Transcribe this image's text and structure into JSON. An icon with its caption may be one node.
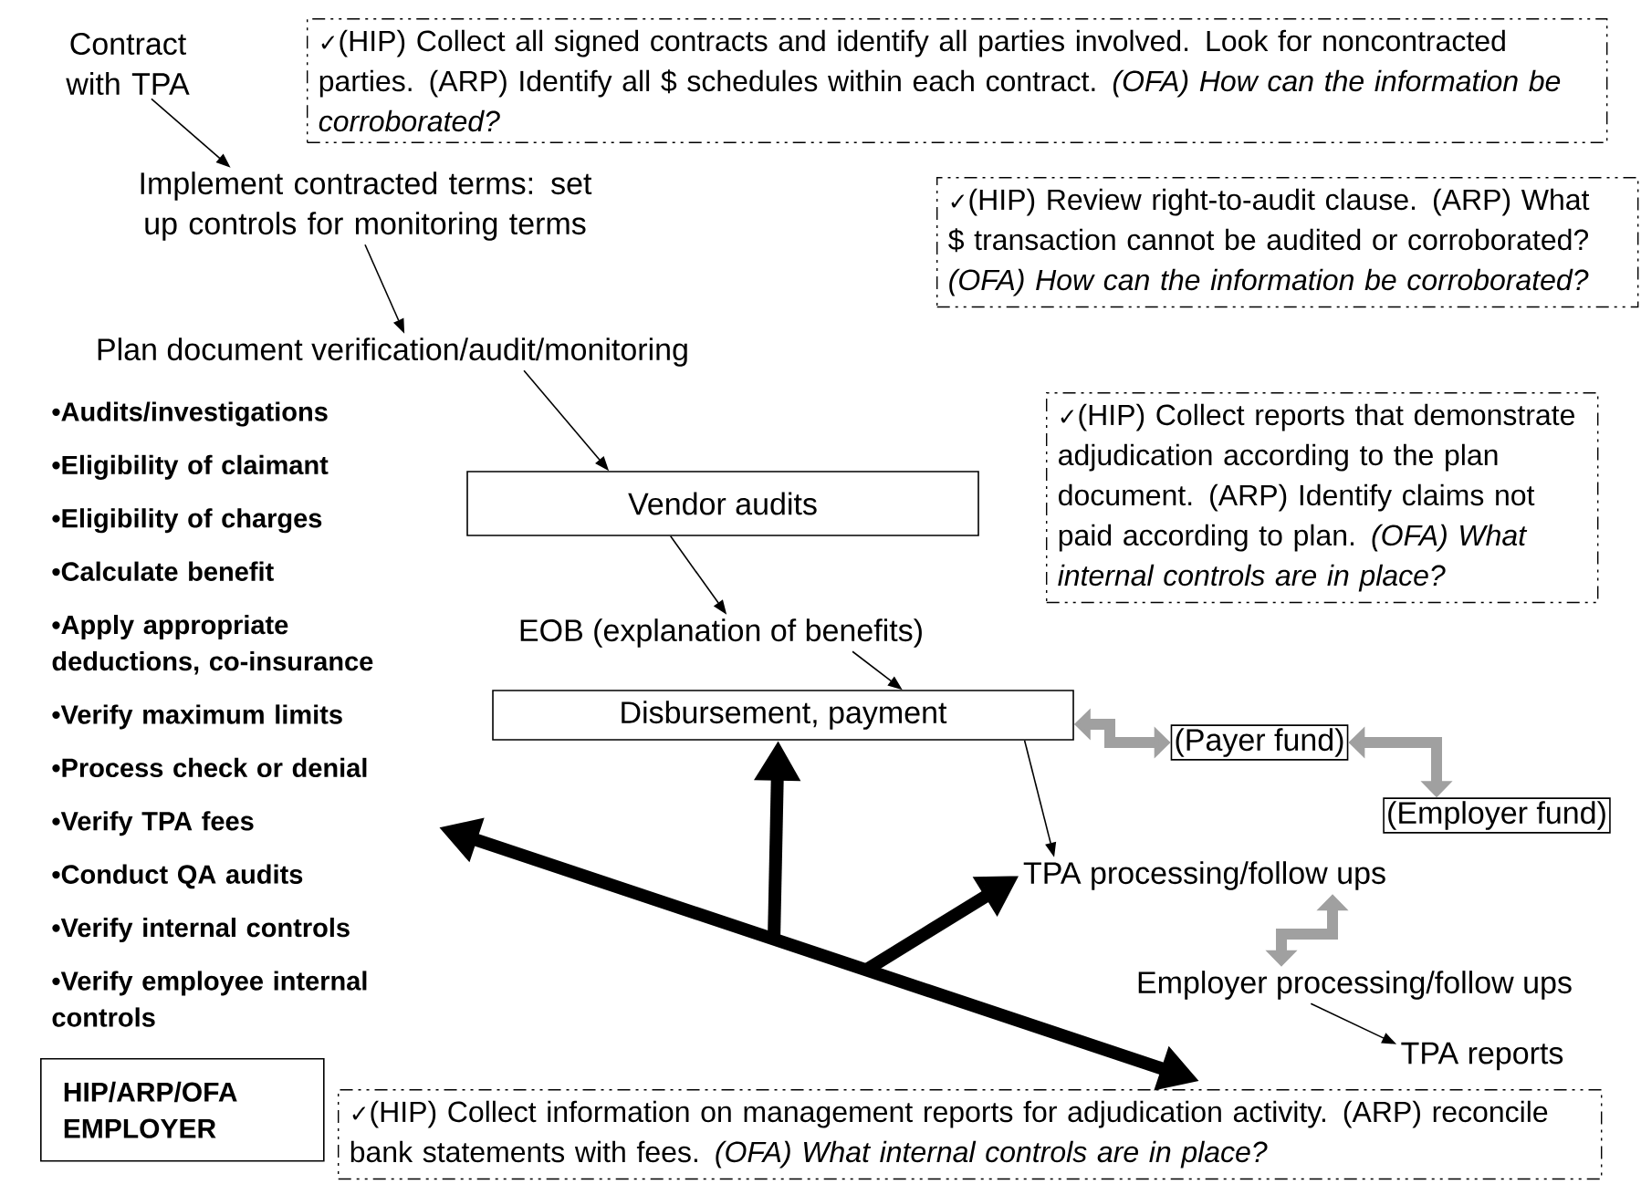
{
  "diagram": {
    "nodes": [
      {
        "text": [
          "Contract with TPA"
        ]
      },
      {
        "text": [
          "✓(HIP) Collect all signed contracts and identify all parties involved. Look for noncontracted parties. (ARP) Identify all $ schedules within each contract. *(OFA) How can the information be corroborated?*"
        ]
      },
      {
        "text": [
          "Implement contracted terms: set up controls for monitoring terms"
        ]
      },
      {
        "text": [
          "✓(HIP) Review right-to-audit clause. (ARP) What $ transaction cannot be audited or corroborated? *(OFA) How can the information be corroborated?*"
        ]
      },
      {
        "text": [
          "Plan document verification/audit/monitoring"
        ]
      },
      {
        "text": [
          "•Audits/investigations",
          "•Eligibility of claimant",
          "•Eligibility of charges",
          "•Calculate benefit",
          "•Apply appropriate deductions, co-insurance",
          "•Verify maximum limits",
          "•Process check or denial",
          "•Verify TPA fees",
          "•Conduct QA audits",
          "•Verify internal controls",
          "•Verify employee internal controls"
        ]
      },
      {
        "text": [
          "Vendor audits"
        ]
      },
      {
        "text": [
          "EOB (explanation of benefits)"
        ]
      },
      {
        "text": [
          "Disbursement, payment"
        ]
      },
      {
        "text": [
          "✓(HIP) Collect reports that demonstrate adjudication according to the plan document. (ARP) Identify claims not paid according to plan. *(OFA) What internal controls are in place?*"
        ]
      },
      {
        "text": [
          "(Payer fund)"
        ]
      },
      {
        "text": [
          "(Employer fund)"
        ]
      },
      {
        "text": [
          "TPA processing/follow ups"
        ]
      },
      {
        "text": [
          "Employer processing/follow ups"
        ]
      },
      {
        "text": [
          "TPA reports"
        ]
      },
      {
        "text": [
          "HIP/ARP/OFA EMPLOYER"
        ]
      },
      {
        "text": [
          "✓(HIP) Collect information on management reports for adjudication activity. (ARP) reconcile bank statements with fees. *(OFA) What internal controls are in place?*"
        ]
      }
    ],
    "edges": [
      {
        "from": 0,
        "to": 2,
        "arrow": "to"
      },
      {
        "from": 2,
        "to": 4,
        "arrow": "to"
      },
      {
        "from": 4,
        "to": 6,
        "arrow": "to"
      },
      {
        "from": 6,
        "to": 7,
        "arrow": "to"
      },
      {
        "from": 7,
        "to": 8,
        "arrow": "to"
      },
      {
        "from": 8,
        "to": 12,
        "arrow": "to"
      },
      {
        "from": 13,
        "to": 14,
        "arrow": "to"
      },
      {
        "from": 5,
        "to": 16,
        "arrow": "both",
        "style": "thick"
      },
      {
        "from": null,
        "to": 8,
        "arrow": "to",
        "style": "thick"
      },
      {
        "from": null,
        "to": 12,
        "arrow": "to",
        "style": "thick"
      },
      {
        "from": 8,
        "to": 10,
        "arrow": "both",
        "style": "thick",
        "color": "#a0a0a0"
      },
      {
        "from": 10,
        "to": 11,
        "arrow": "both",
        "style": "thick",
        "color": "#a0a0a0"
      },
      {
        "from": 13,
        "to": 12,
        "arrow": "both",
        "style": "thick",
        "color": "#a0a0a0"
      }
    ]
  }
}
